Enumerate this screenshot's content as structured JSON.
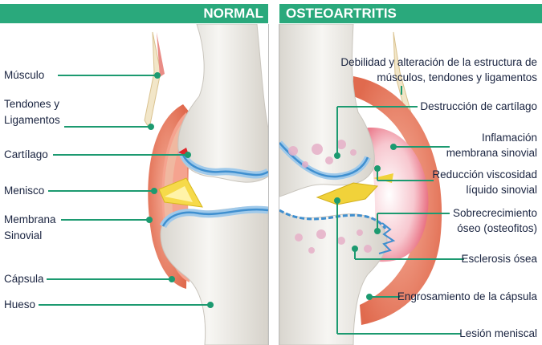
{
  "panels": {
    "normal": "NORMAL",
    "osteo": "OSTEOARTRITIS"
  },
  "left_labels": {
    "musculo": "Músculo",
    "tendones_1": "Tendones y",
    "tendones_2": "Ligamentos",
    "cartilago": "Cartílago",
    "menisco": "Menisco",
    "membrana_1": "Membrana",
    "membrana_2": "Sinovial",
    "capsula": "Cápsula",
    "hueso": "Hueso"
  },
  "right_labels": {
    "debilidad_1": "Debilidad y alteración de la estructura de",
    "debilidad_2": "músculos, tendones y ligamentos",
    "destruccion": "Destrucción de cartílago",
    "inflamacion_1": "Inflamación",
    "inflamacion_2": "membrana sinovial",
    "reduccion_1": "Reducción viscosidad",
    "reduccion_2": "líquido sinovial",
    "sobre_1": "Sobrecrecimiento",
    "sobre_2": "óseo (osteofitos)",
    "esclerosis": "Esclerosis ósea",
    "engrosamiento": "Engrosamiento de la cápsula",
    "lesion": "Lesión meniscal"
  },
  "colors": {
    "accent": "#2aa97c",
    "bone": "#ece9e3",
    "cartilage": "#5aa6dc",
    "muscle": "#e8846a",
    "synovial_inflamed": "#e85a6a",
    "meniscus": "#f0d23c"
  }
}
